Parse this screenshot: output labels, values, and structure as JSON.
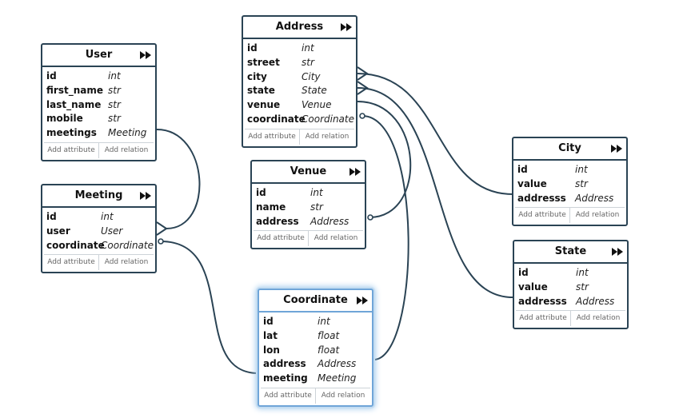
{
  "diagram": {
    "entities": [
      {
        "id": "user",
        "name": "User",
        "selected": false,
        "attributes": [
          {
            "name": "id",
            "type": "int"
          },
          {
            "name": "first_name",
            "type": "str"
          },
          {
            "name": "last_name",
            "type": "str"
          },
          {
            "name": "mobile",
            "type": "str"
          },
          {
            "name": "meetings",
            "type": "Meeting"
          }
        ],
        "add_attribute": "Add attribute",
        "add_relation": "Add relation"
      },
      {
        "id": "meeting",
        "name": "Meeting",
        "selected": false,
        "attributes": [
          {
            "name": "id",
            "type": "int"
          },
          {
            "name": "user",
            "type": "User"
          },
          {
            "name": "coordinate",
            "type": "Coordinate"
          }
        ],
        "add_attribute": "Add attribute",
        "add_relation": "Add relation"
      },
      {
        "id": "address",
        "name": "Address",
        "selected": false,
        "attributes": [
          {
            "name": "id",
            "type": "int"
          },
          {
            "name": "street",
            "type": "str"
          },
          {
            "name": "city",
            "type": "City"
          },
          {
            "name": "state",
            "type": "State"
          },
          {
            "name": "venue",
            "type": "Venue"
          },
          {
            "name": "coordinate",
            "type": "Coordinate"
          }
        ],
        "add_attribute": "Add attribute",
        "add_relation": "Add relation"
      },
      {
        "id": "venue",
        "name": "Venue",
        "selected": false,
        "attributes": [
          {
            "name": "id",
            "type": "int"
          },
          {
            "name": "name",
            "type": "str"
          },
          {
            "name": "address",
            "type": "Address"
          }
        ],
        "add_attribute": "Add attribute",
        "add_relation": "Add relation"
      },
      {
        "id": "coordinate",
        "name": "Coordinate",
        "selected": true,
        "attributes": [
          {
            "name": "id",
            "type": "int"
          },
          {
            "name": "lat",
            "type": "float"
          },
          {
            "name": "lon",
            "type": "float"
          },
          {
            "name": "address",
            "type": "Address"
          },
          {
            "name": "meeting",
            "type": "Meeting"
          }
        ],
        "add_attribute": "Add attribute",
        "add_relation": "Add relation"
      },
      {
        "id": "city",
        "name": "City",
        "selected": false,
        "attributes": [
          {
            "name": "id",
            "type": "int"
          },
          {
            "name": "value",
            "type": "str"
          },
          {
            "name": "addresss",
            "type": "Address"
          }
        ],
        "add_attribute": "Add attribute",
        "add_relation": "Add relation"
      },
      {
        "id": "state",
        "name": "State",
        "selected": false,
        "attributes": [
          {
            "name": "id",
            "type": "int"
          },
          {
            "name": "value",
            "type": "str"
          },
          {
            "name": "addresss",
            "type": "Address"
          }
        ],
        "add_attribute": "Add attribute",
        "add_relation": "Add relation"
      }
    ],
    "colors": {
      "line": "#2a4354",
      "selected_glow": "#9cc6ea"
    }
  }
}
